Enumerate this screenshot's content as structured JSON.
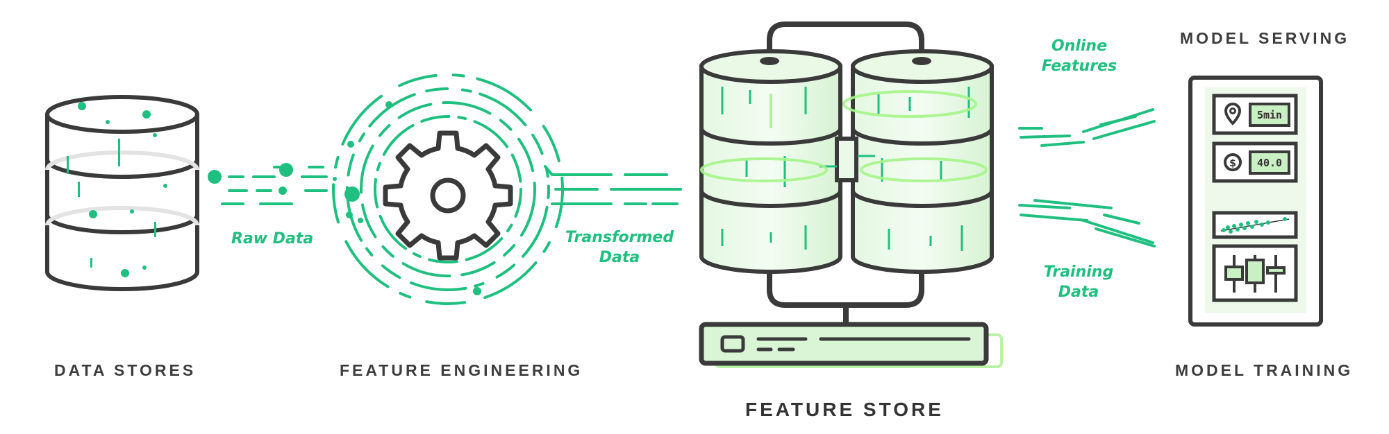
{
  "labels": {
    "data_stores": "DATA STORES",
    "feature_engineering": "FEATURE ENGINEERING",
    "feature_store": "FEATURE STORE",
    "model_serving": "MODEL SERVING",
    "model_training": "MODEL TRAINING"
  },
  "flows": {
    "raw_data": "Raw Data",
    "transformed_data_1": "Transformed",
    "transformed_data_2": "Data",
    "online_features_1": "Online",
    "online_features_2": "Features",
    "training_data_1": "Training",
    "training_data_2": "Data"
  },
  "serving_panel": {
    "time_value": "5min",
    "price_value": "40.0",
    "icons": [
      "location-pin-icon",
      "dollar-coin-icon",
      "scatter-plot-icon",
      "sliders-icon"
    ]
  },
  "colors": {
    "accent": "#1fbf7f",
    "outline": "#3a3a3a",
    "light_green": "#d9f5d6",
    "glow": "#a6f58a"
  }
}
